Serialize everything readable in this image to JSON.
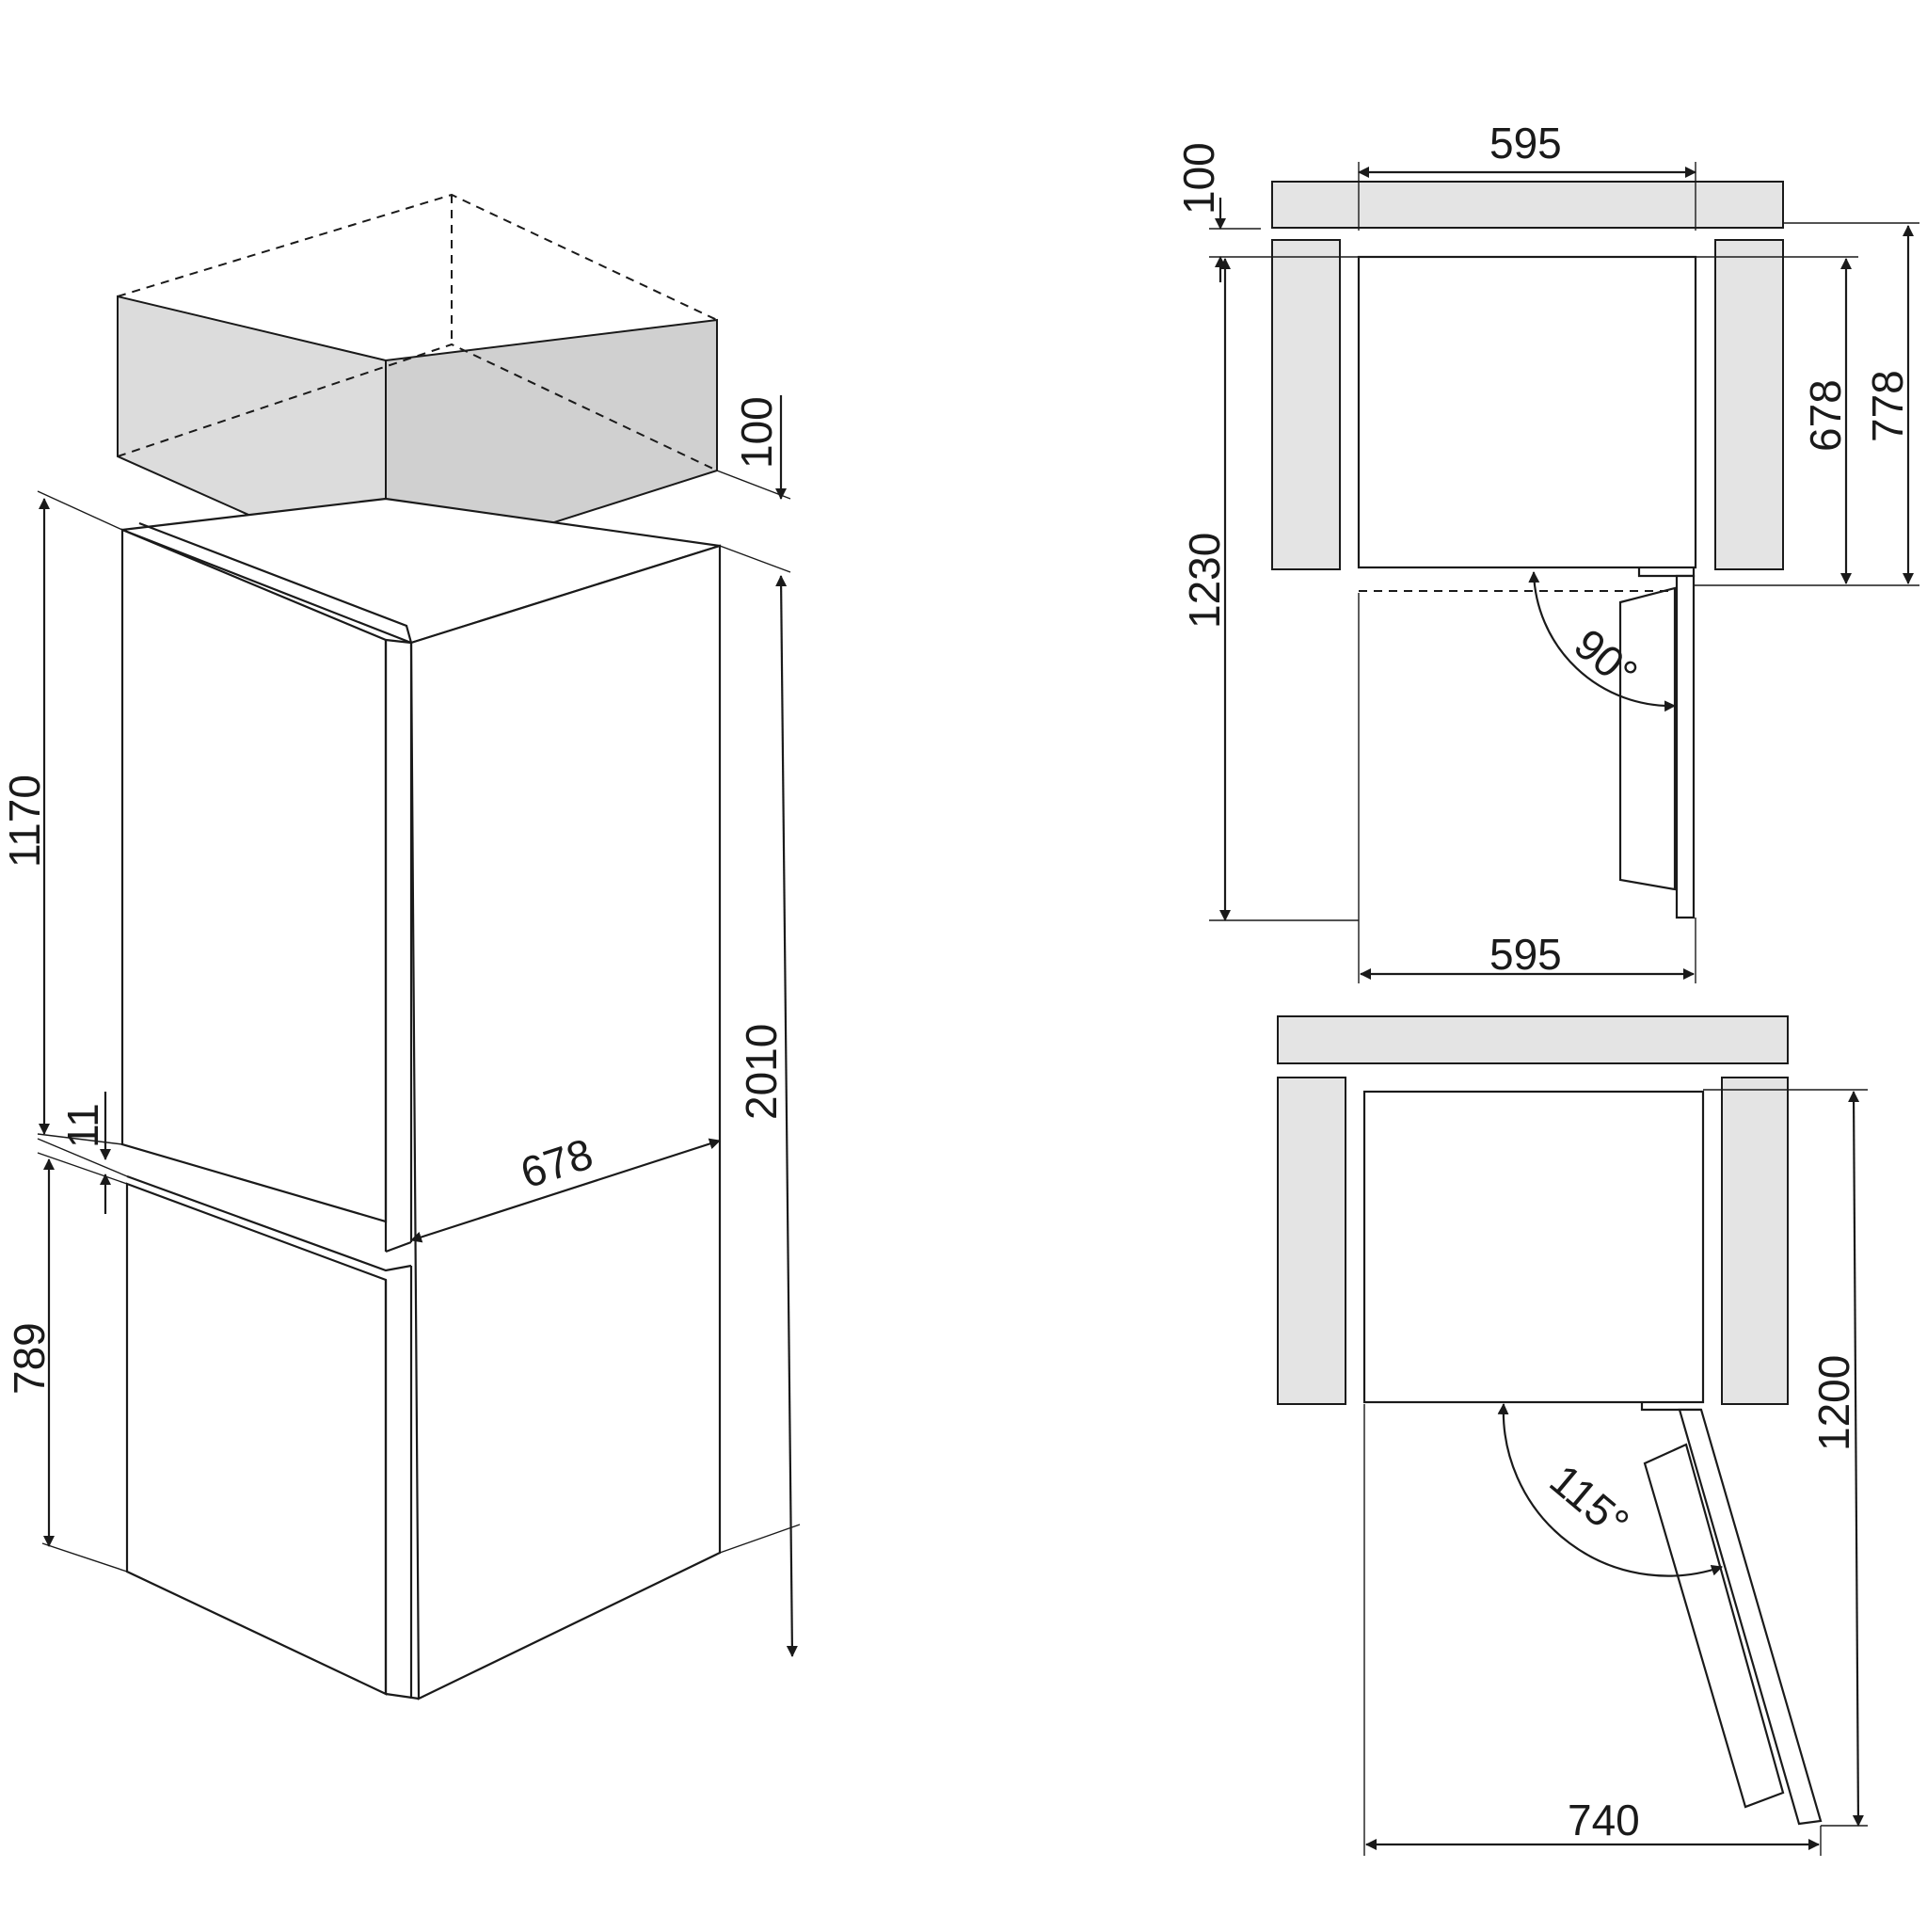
{
  "perspective": {
    "top_clearance": "100",
    "fridge_height": "1170",
    "gap": "11",
    "freezer_height": "789",
    "total_height": "2010",
    "depth": "678"
  },
  "plan_90": {
    "wall_clearance": "100",
    "width_top": "595",
    "depth_body": "678",
    "depth_total": "778",
    "depth_open": "1230",
    "width_bottom": "595",
    "angle": "90°"
  },
  "plan_115": {
    "depth_open": "1200",
    "width_open": "740",
    "angle": "115°"
  },
  "colors": {
    "line": "#1a1a1a",
    "wall_fill": "#e4e4e4",
    "background": "#ffffff"
  }
}
